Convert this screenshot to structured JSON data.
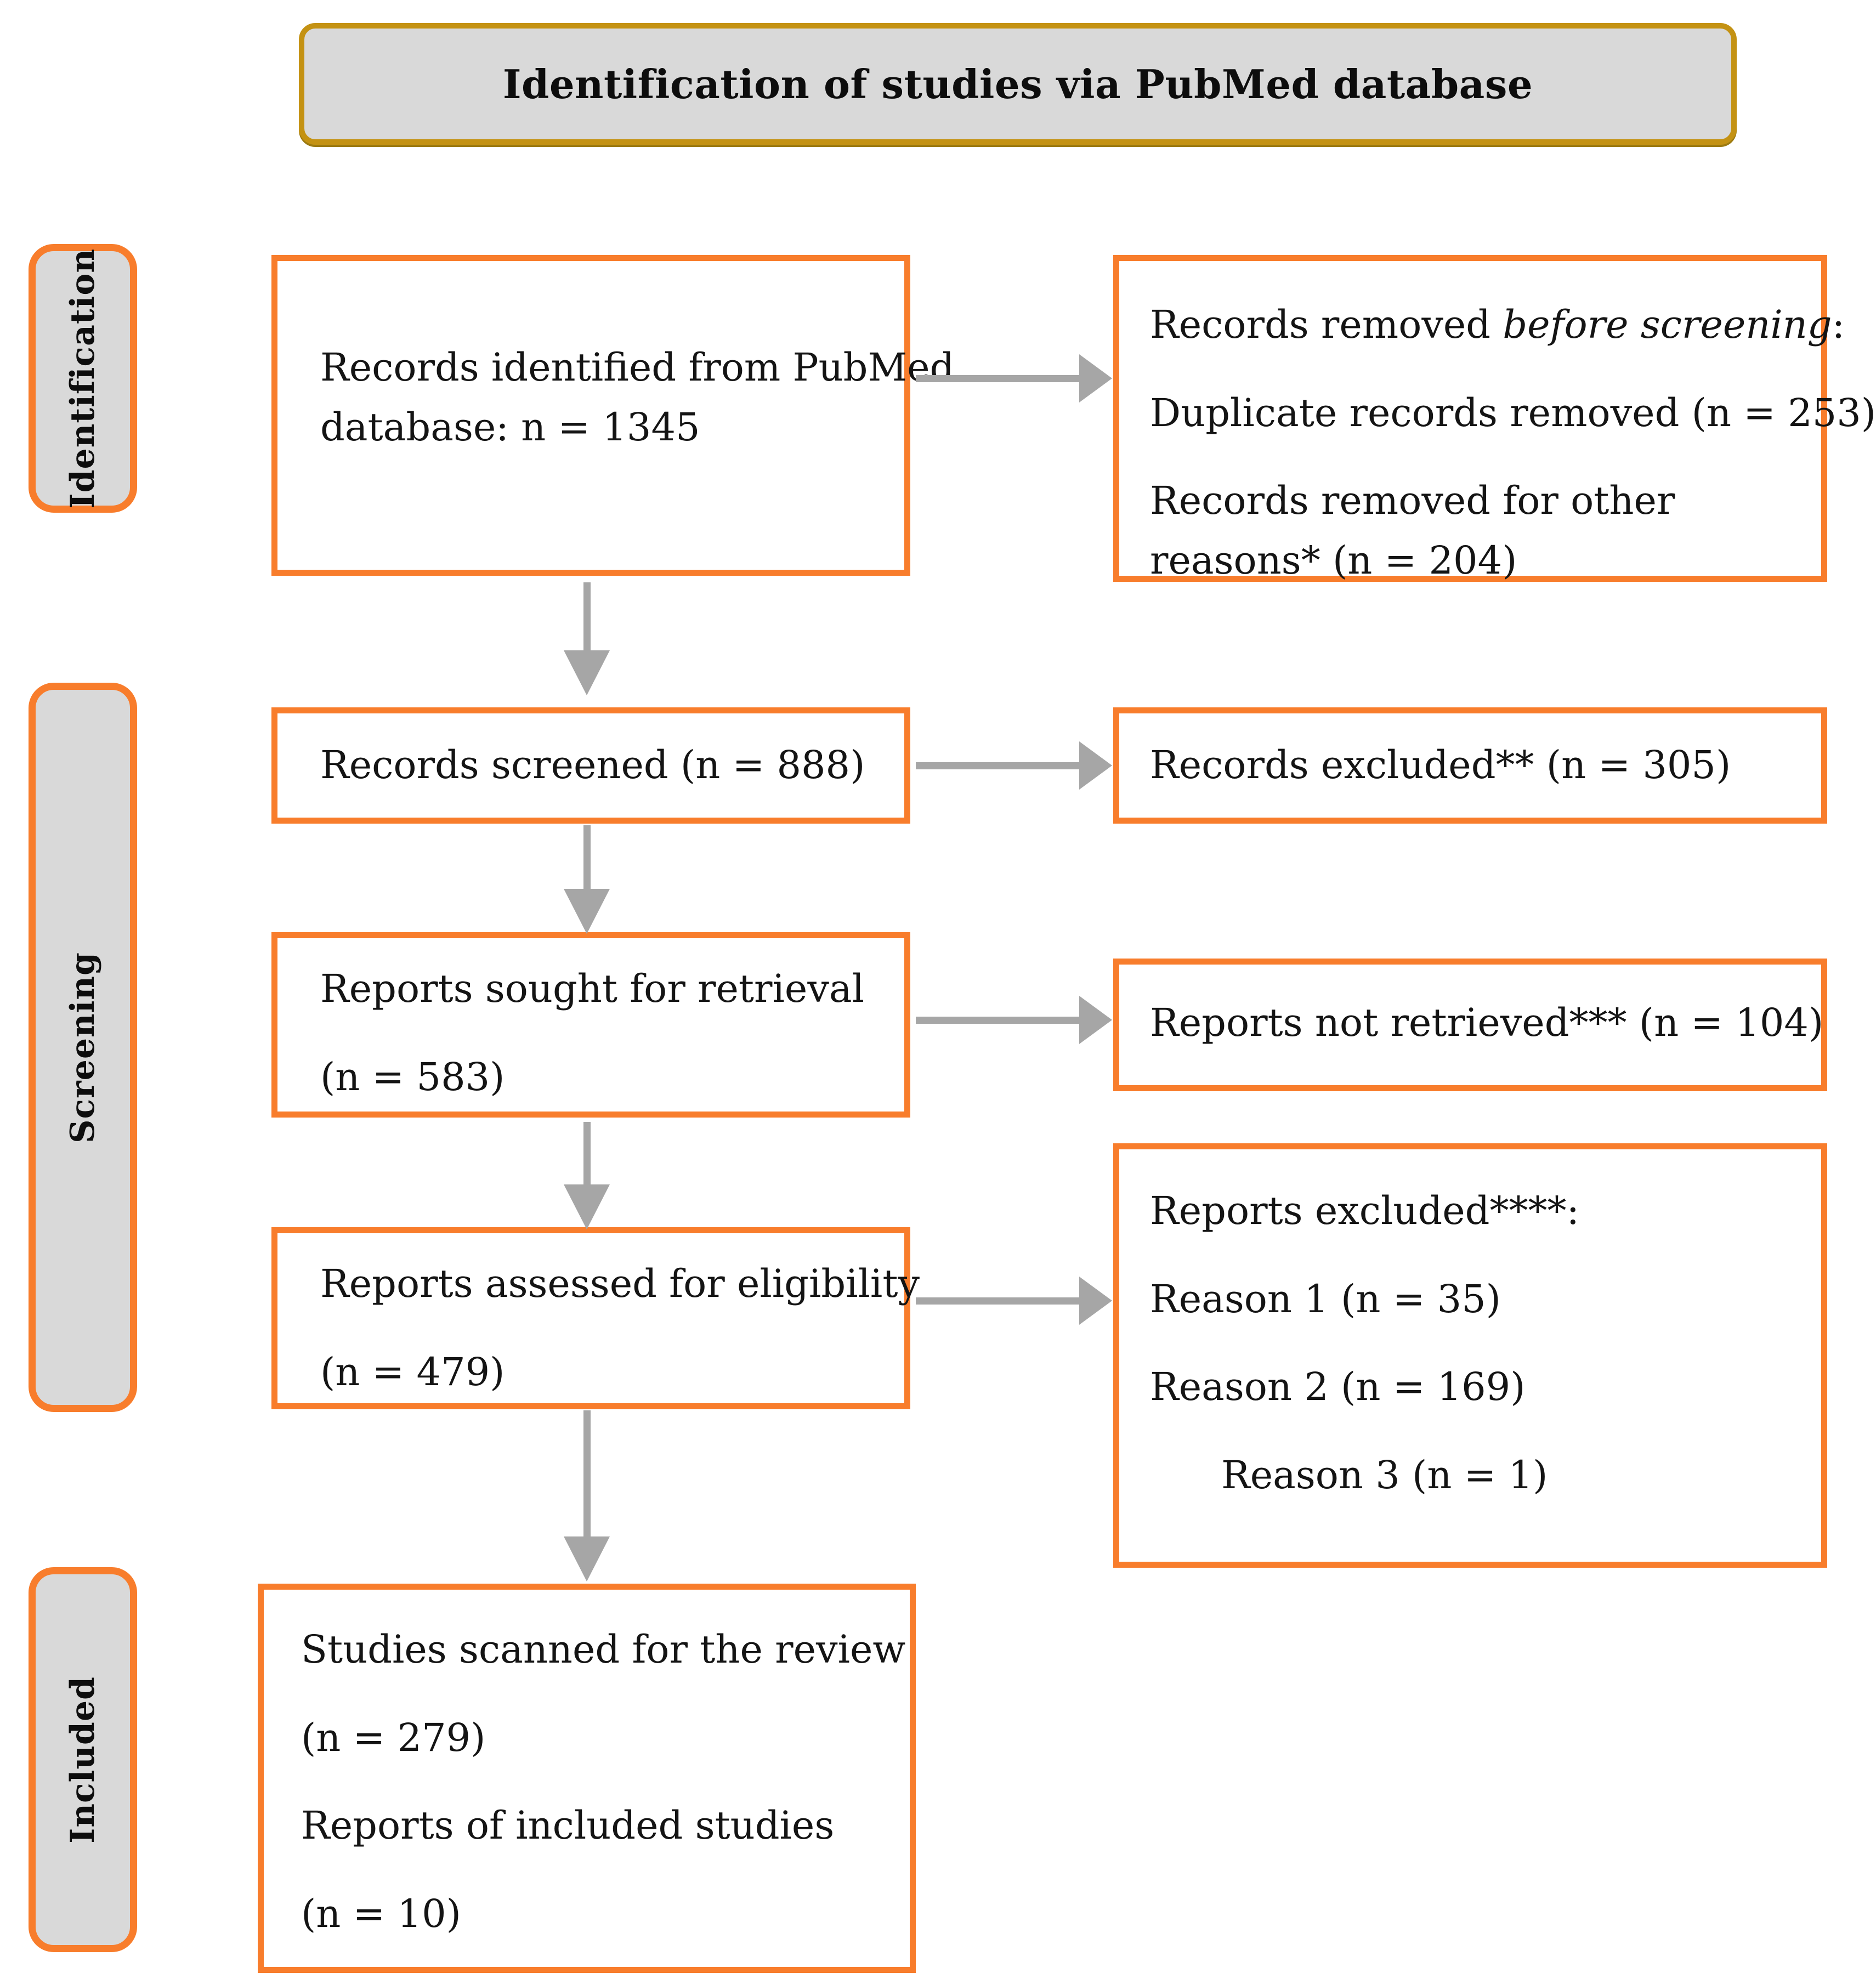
{
  "title": {
    "text": "Identification of studies via PubMed database"
  },
  "colors": {
    "accent_orange": "#F87D2C",
    "accent_gold": "#C49213",
    "panel_gray": "#D9D9D9",
    "arrow_gray": "#A6A6A6",
    "text": "#141414"
  },
  "sidebar": {
    "identification": "Identification",
    "screening": "Screening",
    "included": "Included"
  },
  "flow": {
    "records_identified": {
      "l1": "Records identified from PubMed",
      "l2": "database: n = 1345"
    },
    "records_removed": {
      "p1_pre": "Records removed ",
      "p1_italic": "before screening",
      "p1_post": ":",
      "p2": "Duplicate records removed (n = 253)",
      "p3": "Records removed for other reasons* (n = 204)"
    },
    "records_screened": "Records screened (n = 888)",
    "records_excluded": "Records excluded** (n = 305)",
    "reports_sought": {
      "l1": "Reports sought for retrieval",
      "l2": "(n = 583)"
    },
    "reports_not_retrieved": "Reports not retrieved*** (n = 104)",
    "reports_assessed": {
      "l1": "Reports assessed for eligibility",
      "l2": "(n = 479)"
    },
    "reports_excluded": {
      "heading": "Reports excluded****:",
      "reasons": [
        "Reason 1 (n = 35)",
        "Reason 2 (n = 169)",
        "Reason 3 (n = 1)"
      ]
    },
    "studies_included": {
      "l1": "Studies scanned for the review",
      "l2": "(n = 279)",
      "l3": "Reports of included studies",
      "l4": "(n = 10)"
    }
  }
}
